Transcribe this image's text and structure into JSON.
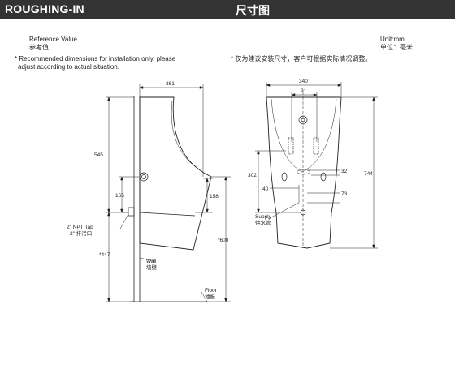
{
  "header": {
    "title_en": "ROUGHING-IN",
    "title_cn": "尺寸图"
  },
  "reference": {
    "label_en": "Reference Value",
    "label_cn": "参考值"
  },
  "unit": {
    "label_en": "Unit:mm",
    "label_cn": "单位：毫米"
  },
  "notes": {
    "en_line1": "* Recommended dimensions for installation only, please",
    "en_line2": "adjust according to actual situation.",
    "cn": "* 仅为建议安装尺寸，客户可根据实际情况调整。"
  },
  "side_view": {
    "dims": {
      "width_top": "361",
      "height_545": "545",
      "height_165": "165",
      "height_158": "158",
      "height_600": "*600",
      "height_447": "*447"
    },
    "labels": {
      "npt_en": "2\" NPT Tap",
      "npt_cn": "2\" 排污口",
      "wall_en": "Wall",
      "wall_cn": "墙壁",
      "floor_en": "Floor",
      "floor_cn": "地板"
    }
  },
  "front_view": {
    "dims": {
      "width_340": "340",
      "width_91": "91",
      "height_744": "744",
      "height_302": "302",
      "dim_32": "32",
      "dim_40": "40",
      "dim_73": "73"
    },
    "labels": {
      "supply_en": "Supply",
      "supply_cn": "供水管"
    }
  }
}
